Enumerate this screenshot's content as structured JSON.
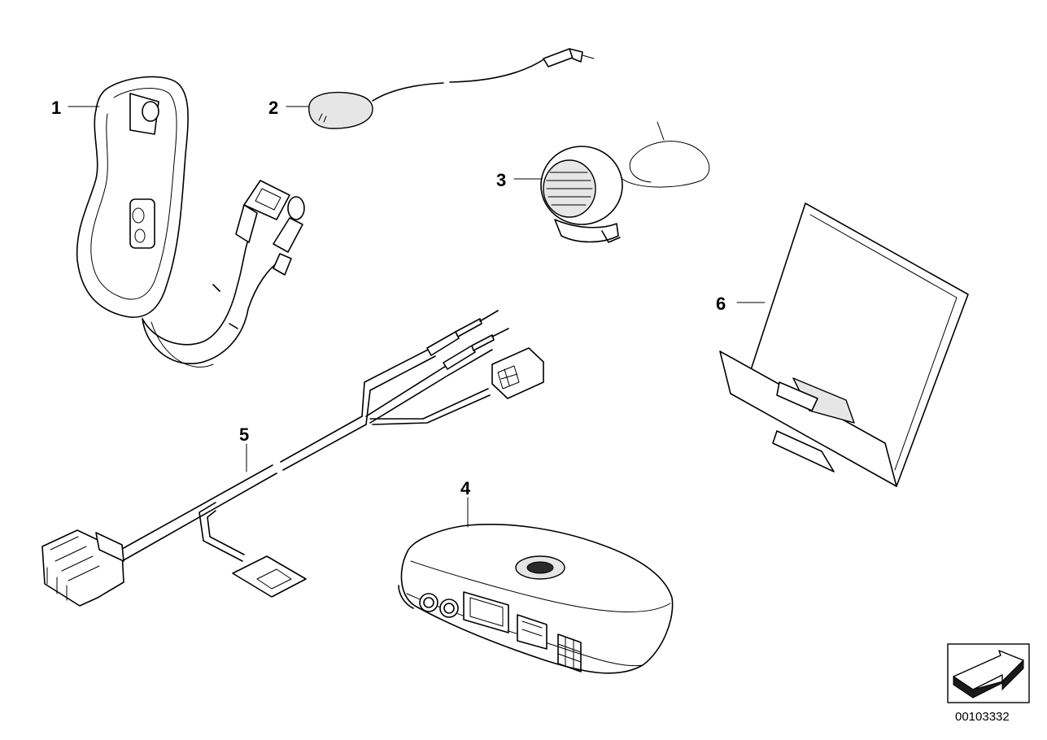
{
  "callouts": [
    {
      "id": "1",
      "label": "1"
    },
    {
      "id": "2",
      "label": "2"
    },
    {
      "id": "3",
      "label": "3"
    },
    {
      "id": "4",
      "label": "4"
    },
    {
      "id": "5",
      "label": "5"
    },
    {
      "id": "6",
      "label": "6"
    }
  ],
  "document_number": "00103332",
  "colors": {
    "line": "#000000",
    "background": "#ffffff",
    "shade": "#e6e6e6"
  }
}
